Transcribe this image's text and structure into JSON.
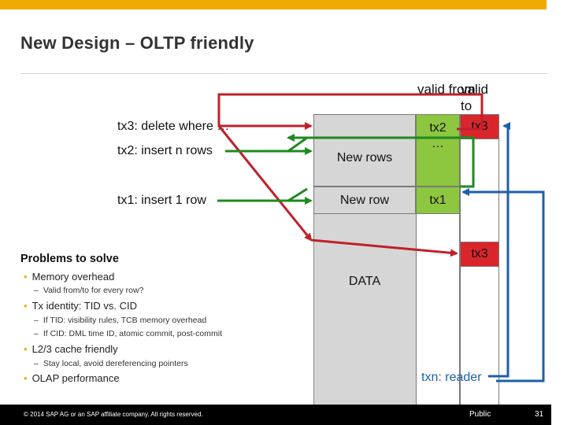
{
  "header": {
    "title": "New Design – OLTP friendly"
  },
  "diagram": {
    "columns": {
      "valid_from": "valid from",
      "valid_to": "valid to"
    },
    "transactions": [
      {
        "label": "tx3: delete where …"
      },
      {
        "label": "tx2: insert n rows"
      },
      {
        "label": "tx1: insert 1 row"
      }
    ],
    "data_cells": {
      "new_rows": "New rows",
      "new_row": "New row",
      "data": "DATA"
    },
    "from_cells": {
      "tx2": "tx2",
      "ellipsis": "…",
      "tx1": "tx1"
    },
    "to_cells": {
      "tx3_top": "tx3",
      "tx3_bottom": "tx3"
    },
    "reader": "txn: reader",
    "colors": {
      "red": "#C0202A",
      "green": "#1F8A1F",
      "blue": "#1F5FA8",
      "green_fill": "#8DC63F",
      "red_fill": "#D9262C",
      "accent": "#F0AB00"
    }
  },
  "problems": {
    "title": "Problems to solve",
    "items": [
      {
        "text": "Memory overhead",
        "subs": [
          "Valid from/to for every row?"
        ]
      },
      {
        "text": "Tx identity: TID vs. CID",
        "subs": [
          "If TID: visibility rules, TCB memory overhead",
          "If CID: DML time ID, atomic commit, post-commit"
        ]
      },
      {
        "text": "L2/3 cache friendly",
        "subs": [
          "Stay local, avoid dereferencing pointers"
        ]
      },
      {
        "text": "OLAP performance",
        "subs": []
      }
    ]
  },
  "footer": {
    "copyright": "© 2014 SAP AG or an SAP affiliate company. All rights reserved.",
    "classification": "Public",
    "page": "31"
  }
}
